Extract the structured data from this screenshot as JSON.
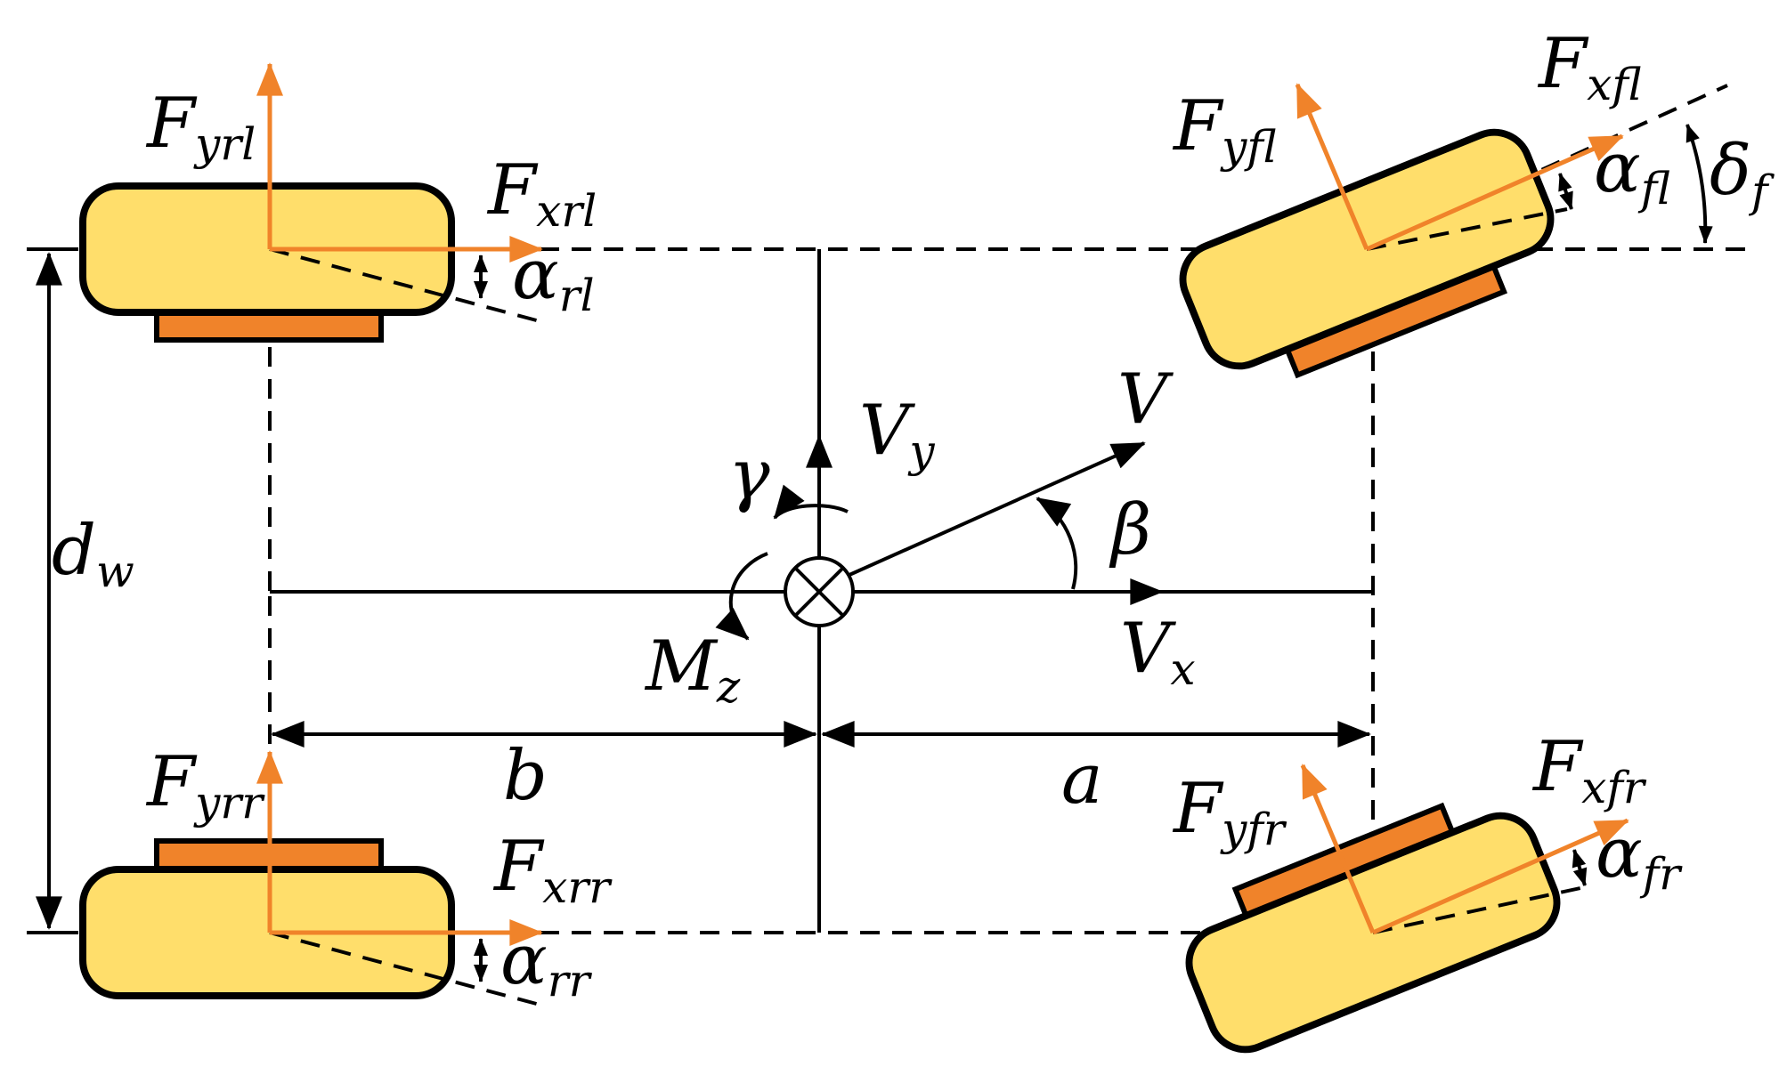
{
  "colors": {
    "tire_fill": "#FFDE6B",
    "tread_fill": "#F0832A",
    "force_arrow": "#F0832A",
    "line": "#000000"
  },
  "labels": {
    "fyrl": {
      "main": "F",
      "sub": "yrl"
    },
    "fxrl": {
      "main": "F",
      "sub": "xrl"
    },
    "arl": {
      "main": "α",
      "sub": "rl"
    },
    "fyfl": {
      "main": "F",
      "sub": "yfl"
    },
    "fxfl": {
      "main": "F",
      "sub": "xfl"
    },
    "afl": {
      "main": "α",
      "sub": "fl"
    },
    "deltaf": {
      "main": "δ",
      "sub": "f"
    },
    "fyrr": {
      "main": "F",
      "sub": "yrr"
    },
    "fxrr": {
      "main": "F",
      "sub": "xrr"
    },
    "arr": {
      "main": "α",
      "sub": "rr"
    },
    "fyfr": {
      "main": "F",
      "sub": "yfr"
    },
    "fxfr": {
      "main": "F",
      "sub": "xfr"
    },
    "afr": {
      "main": "α",
      "sub": "fr"
    },
    "dw": {
      "main": "d",
      "sub": "w"
    },
    "vy": {
      "main": "V",
      "sub": "y"
    },
    "vx": {
      "main": "V",
      "sub": "x"
    },
    "mz": {
      "main": "M",
      "sub": "z"
    },
    "v": "V",
    "gamma": "γ",
    "beta": "β",
    "a": "a",
    "b": "b"
  }
}
